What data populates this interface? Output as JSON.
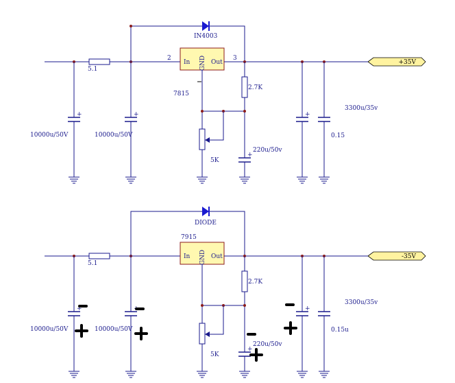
{
  "top": {
    "regulator": "7815",
    "pin_in": "In",
    "pin_gnd": "GND",
    "pin_out": "Out",
    "pin_num_in": "2",
    "pin_num_out": "3",
    "diode": "IN4003",
    "r_series": "5.1",
    "c1": "10000u/50V",
    "c2": "10000u/50V",
    "r_adj": "2.7K",
    "pot": "5K",
    "c_adj": "220u/50v",
    "c_out": "3300u/35v",
    "c_out2": "0.15",
    "output": "+35V"
  },
  "bottom": {
    "regulator": "7915",
    "pin_in": "In",
    "pin_gnd": "GND",
    "pin_out": "Out",
    "diode": "DIODE",
    "r_series": "5.1",
    "c1": "10000u/50V",
    "c2": "10000u/50V",
    "r_adj": "2.7K",
    "pot": "5K",
    "c_adj": "220u/50v",
    "c_out": "3300u/35v",
    "c_out2": "0.15u",
    "output": "-35V"
  },
  "colors": {
    "wire": "#1a1a8c",
    "junction": "#8b1a1a",
    "regulator_fill": "#fff8b0",
    "regulator_stroke": "#8b1a1a",
    "port_fill": "#fff3a0",
    "diode": "#1a1ad0"
  }
}
